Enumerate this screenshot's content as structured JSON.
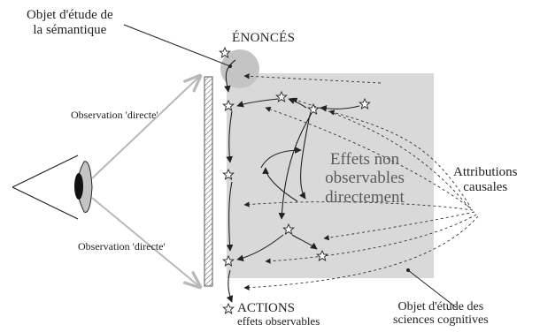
{
  "labels": {
    "semantics_object_line1": "Objet d'étude de",
    "semantics_object_line2": "la sémantique",
    "statements": "ÉNONCÉS",
    "direct_observation_top": "Observation 'directe'",
    "direct_observation_bottom": "Observation 'directe'",
    "hidden_effects_line1": "Effets non",
    "hidden_effects_line2": "observables",
    "hidden_effects_line3": "directement",
    "causal_attributions_line1": "Attributions",
    "causal_attributions_line2": "causales",
    "actions": "ACTIONS",
    "actions_sub": "effets observables",
    "cognitive_object_line1": "Objet d'étude des",
    "cognitive_object_line2": "sciences cognitives"
  },
  "colors": {
    "panel": "#d9d9d9",
    "circle": "#c4c4c4",
    "sight_lines": "#b8b8b8",
    "ink": "#222222",
    "hidden_effects_text": "#5a5a5a"
  },
  "icons": [
    "eye-icon",
    "star-icon"
  ]
}
